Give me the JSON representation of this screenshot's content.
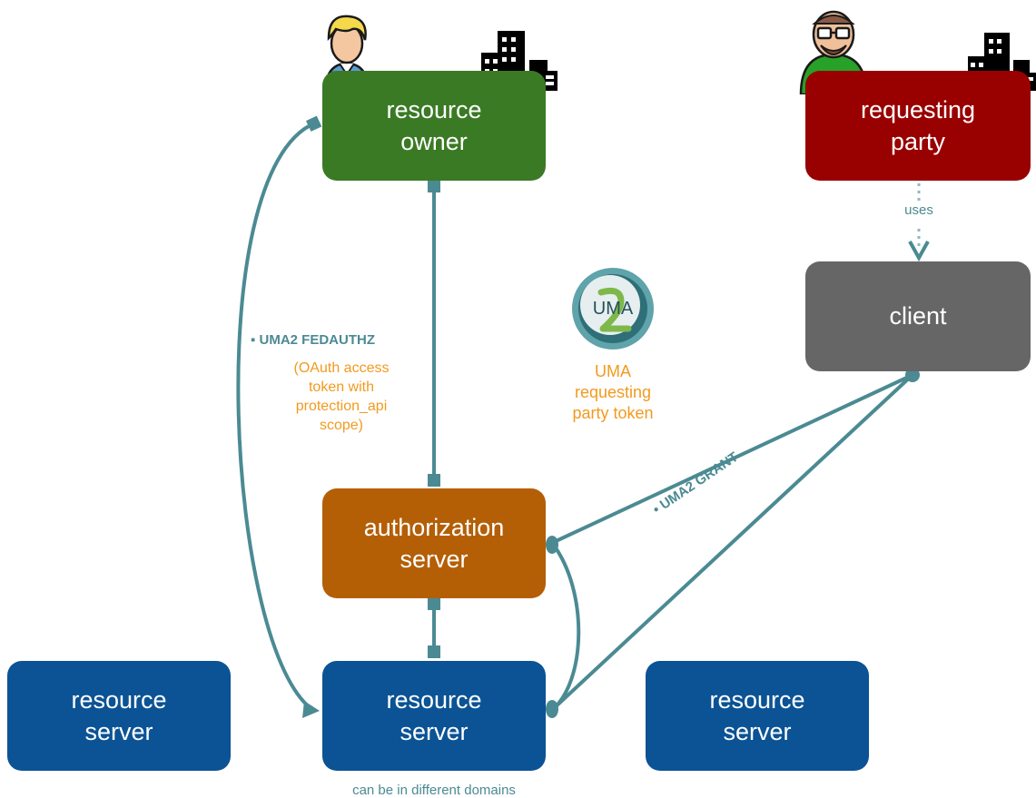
{
  "nodes": {
    "resource_owner": {
      "line1": "resource",
      "line2": "owner",
      "color": "#3b7a24"
    },
    "requesting_party": {
      "line1": "requesting",
      "line2": "party",
      "color": "#990000"
    },
    "client": {
      "label": "client",
      "color": "#666666"
    },
    "authorization_server": {
      "line1": "authorization",
      "line2": "server",
      "color": "#b45f06"
    },
    "resource_server_left": {
      "line1": "resource",
      "line2": "server",
      "color": "#0b5394"
    },
    "resource_server_center": {
      "line1": "resource",
      "line2": "server",
      "color": "#0b5394"
    },
    "resource_server_right": {
      "line1": "resource",
      "line2": "server",
      "color": "#0b5394"
    }
  },
  "labels": {
    "uses": "uses",
    "fedauthz_title": "▪ UMA2 FEDAUTHZ",
    "fedauthz_note": [
      "(OAuth access",
      "token with",
      "protection_api",
      "scope)"
    ],
    "uma_token": [
      "UMA",
      "requesting",
      "party token"
    ],
    "grant": "• UMA2 GRANT",
    "domains_note": "can be in different domains",
    "logo_text": "UMA"
  },
  "colors": {
    "connector": "#4b8a93",
    "orange_text": "#f29a1e",
    "uses_line": "#8fb8be"
  },
  "icons": [
    "user-icon",
    "hacker-user-icon",
    "building-icon",
    "uma-logo-icon"
  ]
}
